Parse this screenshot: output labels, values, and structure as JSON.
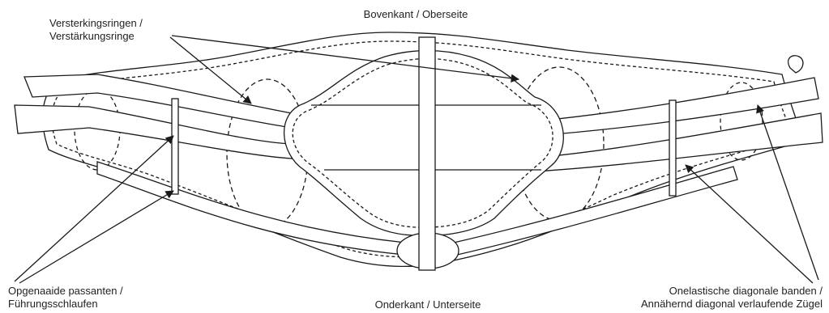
{
  "labels": {
    "top": "Bovenkant / Oberseite",
    "bottom": "Onderkant / Unterseite",
    "rings": {
      "line1": "Versterkingsringen /",
      "line2": "Verstärkungsringe"
    },
    "keepers": {
      "line1": "Opgenaaide passanten /",
      "line2": "Führungsschlaufen"
    },
    "straps": {
      "line1": "Onelastische diagonale banden /",
      "line2": "Annähernd diagonal verlaufende Zügel"
    }
  },
  "colors": {
    "line": "#1a1a1a",
    "fill": "#ffffff"
  }
}
